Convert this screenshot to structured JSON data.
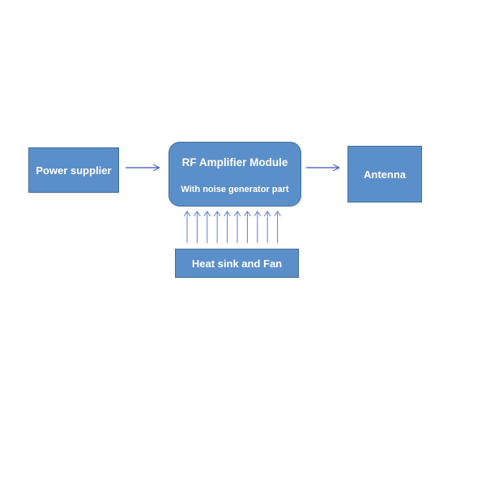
{
  "diagram": {
    "nodes": {
      "power_supplier": {
        "label": "Power supplier"
      },
      "rf_module": {
        "title": "RF Amplifier Module",
        "subtitle": "With noise generator part"
      },
      "antenna": {
        "label": "Antenna"
      },
      "heat_sink": {
        "label": "Heat sink and Fan"
      }
    },
    "edges": [
      {
        "from": "power_supplier",
        "to": "rf_module"
      },
      {
        "from": "rf_module",
        "to": "antenna"
      },
      {
        "from": "heat_sink",
        "to": "rf_module",
        "count": 10
      }
    ],
    "colors": {
      "box_fill": "#5B8FC9",
      "box_border": "#3F6E9E",
      "arrow": "#3B4FC0",
      "text": "#ffffff"
    }
  }
}
